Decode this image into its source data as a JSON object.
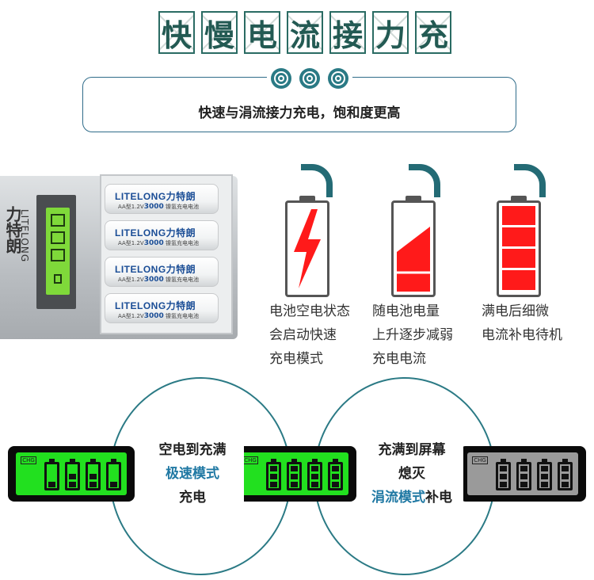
{
  "title": {
    "chars": [
      "快",
      "慢",
      "电",
      "流",
      "接",
      "力",
      "充"
    ]
  },
  "subtitle": "快速与涓流接力充电，饱和度更高",
  "charger": {
    "brand_cn": "力特朗",
    "brand_en": "LITELONG",
    "batteries": [
      {
        "name": "LITELONG力特朗",
        "spec_prefix": "AA型1.2V",
        "capacity": "3000",
        "spec_suffix": "镍氢充电电池"
      },
      {
        "name": "LITELONG力特朗",
        "spec_prefix": "AA型1.2V",
        "capacity": "3000",
        "spec_suffix": "镍氢充电电池"
      },
      {
        "name": "LITELONG力特朗",
        "spec_prefix": "AA型1.2V",
        "capacity": "3000",
        "spec_suffix": "镍氢充电电池"
      },
      {
        "name": "LITELONG力特朗",
        "spec_prefix": "AA型1.2V",
        "capacity": "3000",
        "spec_suffix": "镍氢充电电池"
      }
    ]
  },
  "modes": [
    {
      "lines": [
        "电池空电状态",
        "会启动快速",
        "充电模式"
      ]
    },
    {
      "lines": [
        "随电池电量",
        "上升逐步减弱",
        "充电电流"
      ]
    },
    {
      "lines": [
        "满电后细微",
        "电流补电待机"
      ]
    }
  ],
  "colors": {
    "accent": "#246b75",
    "red": "#ff1a1a",
    "lcd_green": "#22e01f",
    "lcd_grey": "#9a9a9a",
    "highlight_blue": "#1f78a3"
  },
  "lcd_label": "CHG",
  "stage1": {
    "line1": "空电到充满",
    "line2": "极速模式",
    "line3": "充电"
  },
  "stage2": {
    "line1": "充满到屏幕",
    "line2": "熄灭",
    "line3a": "涓流模式",
    "line3b": "补电"
  }
}
